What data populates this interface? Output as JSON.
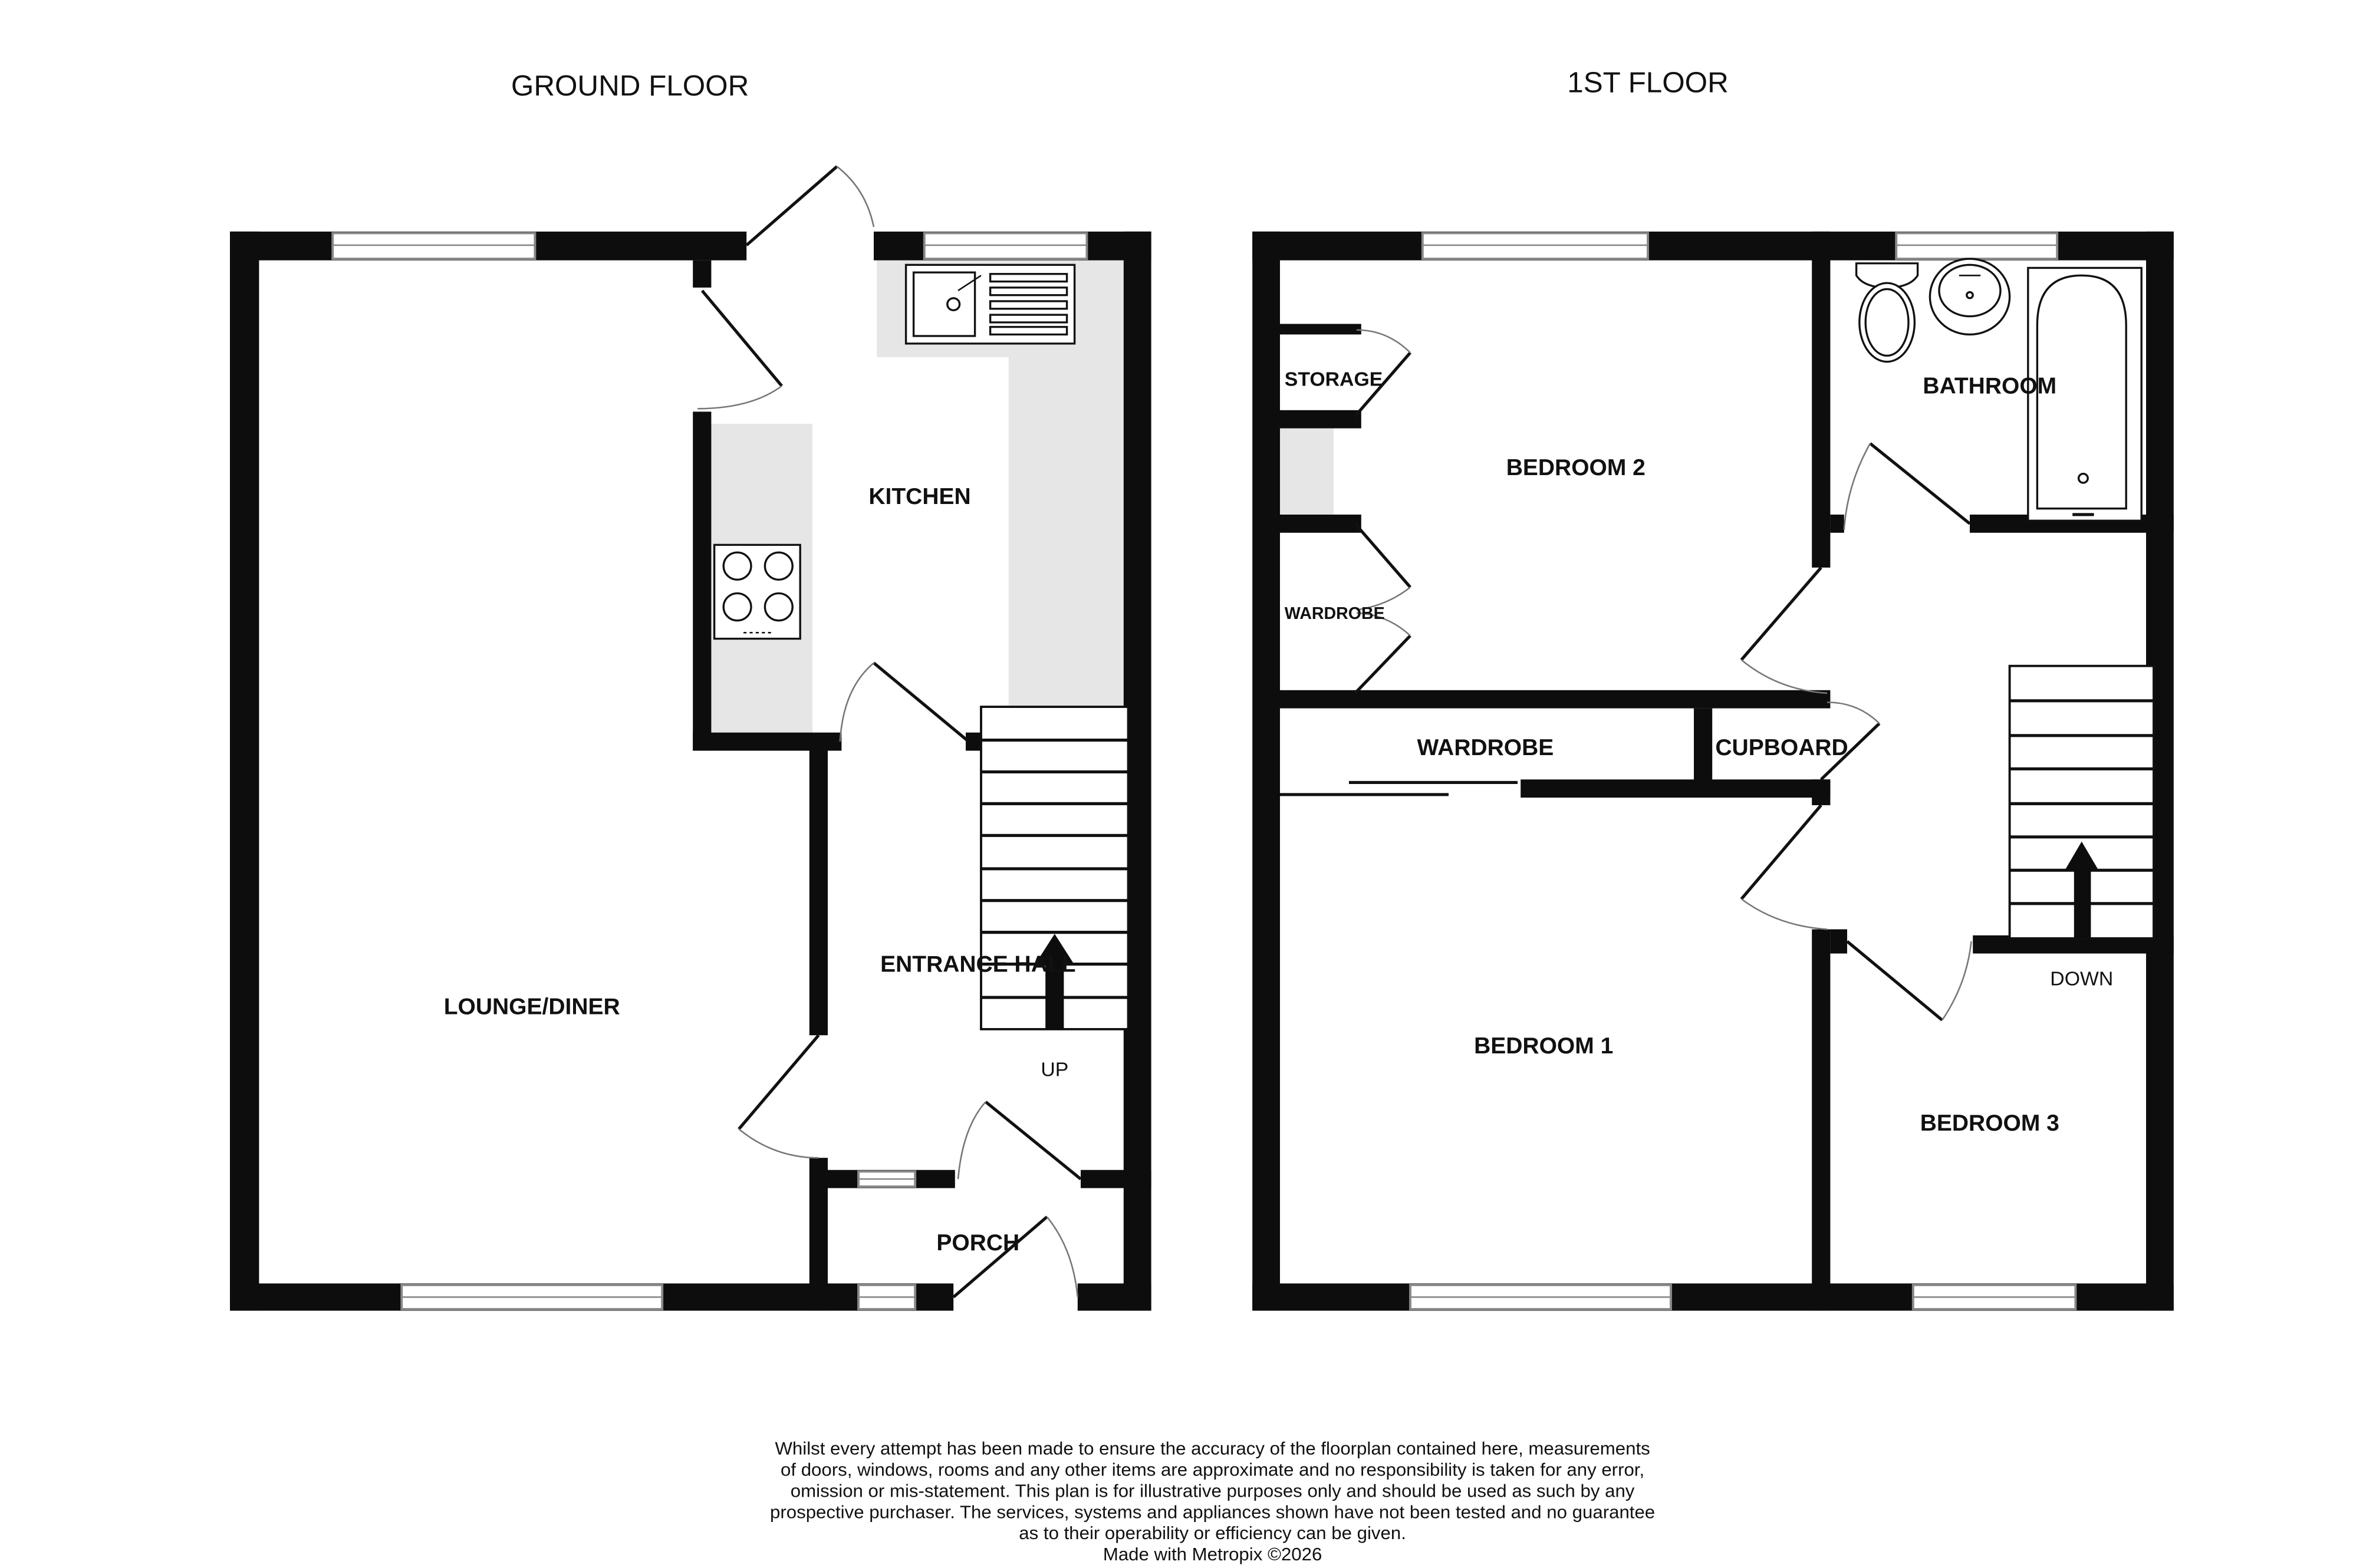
{
  "titles": {
    "ground": "GROUND FLOOR",
    "first": "1ST FLOOR"
  },
  "ground_rooms": {
    "lounge": "LOUNGE/DINER",
    "kitchen": "KITCHEN",
    "hall": "ENTRANCE HALL",
    "porch": "PORCH",
    "up": "UP"
  },
  "first_rooms": {
    "bedroom1": "BEDROOM 1",
    "bedroom2": "BEDROOM 2",
    "bedroom3": "BEDROOM 3",
    "bathroom": "BATHROOM",
    "storage": "STORAGE",
    "wardrobe_small": "WARDROBE",
    "wardrobe": "WARDROBE",
    "cupboard": "CUPBOARD",
    "down": "DOWN"
  },
  "disclaimer": [
    "Whilst every attempt has been made to ensure the accuracy of the floorplan contained here, measurements",
    "of doors, windows, rooms and any other items are approximate and no responsibility is taken for any error,",
    "omission or mis-statement. This plan is for illustrative purposes only and should be used as such by any",
    "prospective purchaser. The services, systems and appliances shown have not been tested and no guarantee",
    "as to their operability or efficiency can be given.",
    "Made with Metropix ©2026"
  ]
}
